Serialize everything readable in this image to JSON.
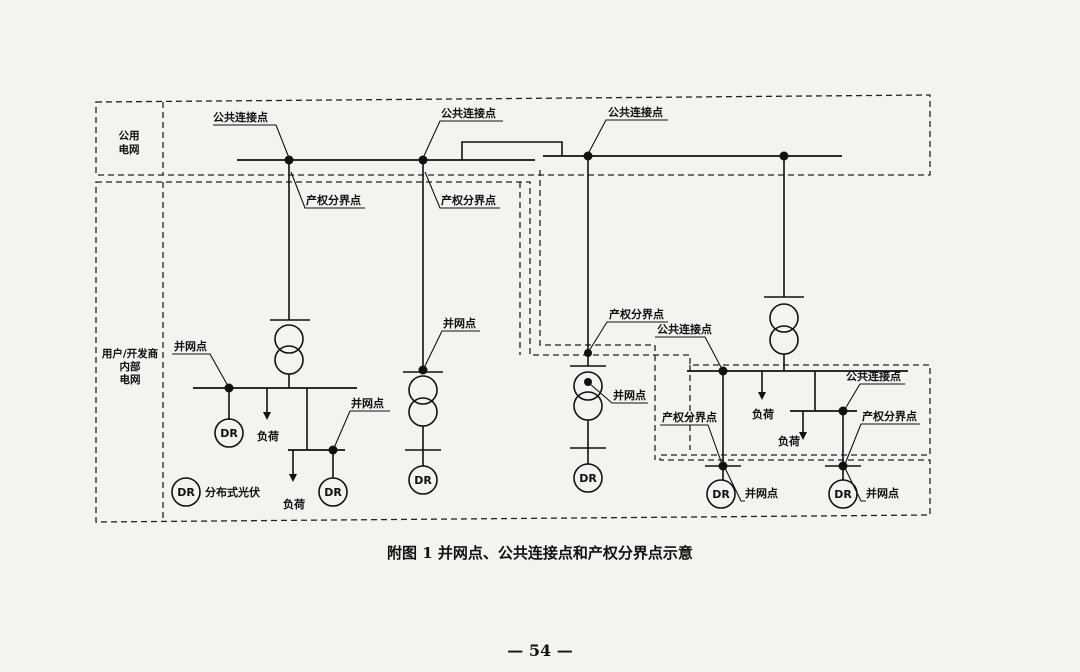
{
  "regions": {
    "public_grid_line1": "公用",
    "public_grid_line2": "电网",
    "user_grid_line1": "用户/开发商",
    "user_grid_line2": "内部",
    "user_grid_line3": "电网"
  },
  "labels": {
    "pcc": "公共连接点",
    "property_boundary": "产权分界点",
    "grid_connection": "并网点",
    "load": "负荷",
    "dr": "DR",
    "legend_pv": "分布式光伏"
  },
  "caption": "附图 1   并网点、公共连接点和产权分界点示意",
  "page_number": "— 54 —"
}
